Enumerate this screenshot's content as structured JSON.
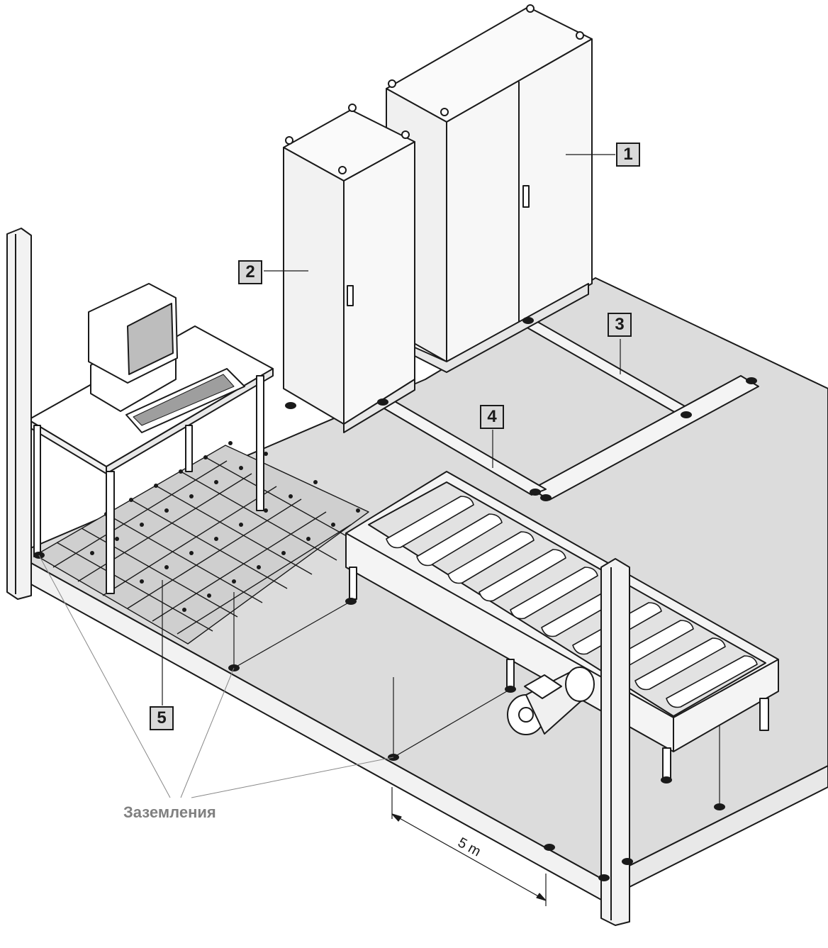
{
  "callouts": [
    {
      "id": "1",
      "label": "1"
    },
    {
      "id": "2",
      "label": "2"
    },
    {
      "id": "3",
      "label": "3"
    },
    {
      "id": "4",
      "label": "4"
    },
    {
      "id": "5",
      "label": "5"
    }
  ],
  "grounding_caption": "Заземления",
  "dimension_label": "5 m",
  "colors": {
    "floor": "#dcdcdc",
    "line": "#1a1a1a",
    "callout_fill": "#d9d9d9",
    "caption": "#808080"
  }
}
